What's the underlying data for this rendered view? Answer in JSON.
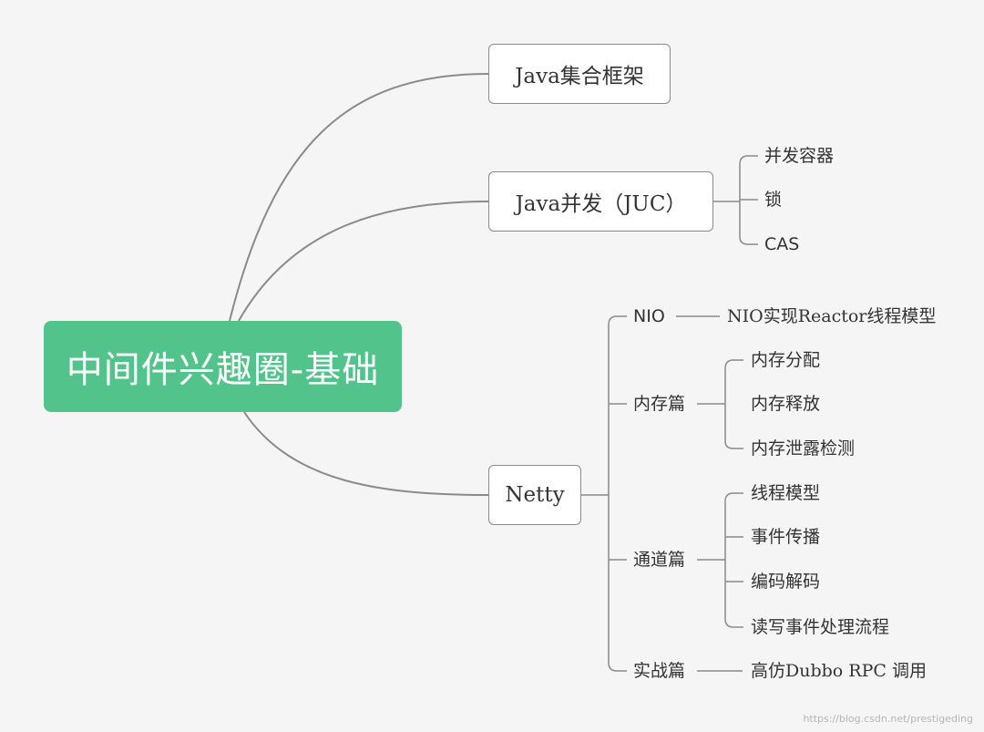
{
  "root": {
    "label": "中间件兴趣圈-基础"
  },
  "branches": {
    "collections": {
      "label": "Java集合框架"
    },
    "juc": {
      "label": "Java并发（JUC）",
      "children": [
        "并发容器",
        "锁",
        "CAS"
      ]
    },
    "netty": {
      "label": "Netty",
      "nio": {
        "label": "NIO",
        "child": "NIO实现Reactor线程模型"
      },
      "memory": {
        "label": "内存篇",
        "children": [
          "内存分配",
          "内存释放",
          "内存泄露检测"
        ]
      },
      "channel": {
        "label": "通道篇",
        "children": [
          "线程模型",
          "事件传播",
          "编码解码",
          "读写事件处理流程"
        ]
      },
      "practice": {
        "label": "实战篇",
        "child": "高仿Dubbo RPC 调用"
      }
    }
  },
  "watermark": "https://blog.csdn.net/prestigeding",
  "colors": {
    "root": "#52c38a",
    "line": "#8a8a8a",
    "background": "#f5f5f5"
  }
}
